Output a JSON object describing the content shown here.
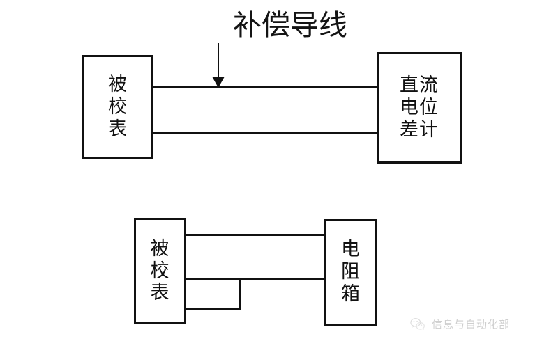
{
  "diagram": {
    "title": "补偿导线",
    "figures": [
      {
        "name": "thermocouple-calibration",
        "caption": "补偿导线",
        "blocks": [
          {
            "id": "instrument-under-test-top",
            "label": "被\n校\n表"
          },
          {
            "id": "dc-potentiometer",
            "label": "直流\n电位\n差计"
          }
        ],
        "wires": [
          "top-lead",
          "bottom-lead"
        ],
        "annotation_arrow": "down-arrow-to-compensation-wire"
      },
      {
        "name": "resistance-calibration",
        "blocks": [
          {
            "id": "instrument-under-test-bottom",
            "label": "被\n校\n表"
          },
          {
            "id": "resistance-box",
            "label": "电\n阻\n箱"
          }
        ],
        "wires": [
          "top-lead",
          "middle-lead",
          "bottom-lead",
          "loop-link"
        ]
      }
    ]
  },
  "watermark": {
    "text": "信息与自动化部",
    "icon": "wechat-icon"
  },
  "colors": {
    "line": "#111111",
    "background": "#ffffff",
    "watermark_text": "#a8a8a8"
  }
}
